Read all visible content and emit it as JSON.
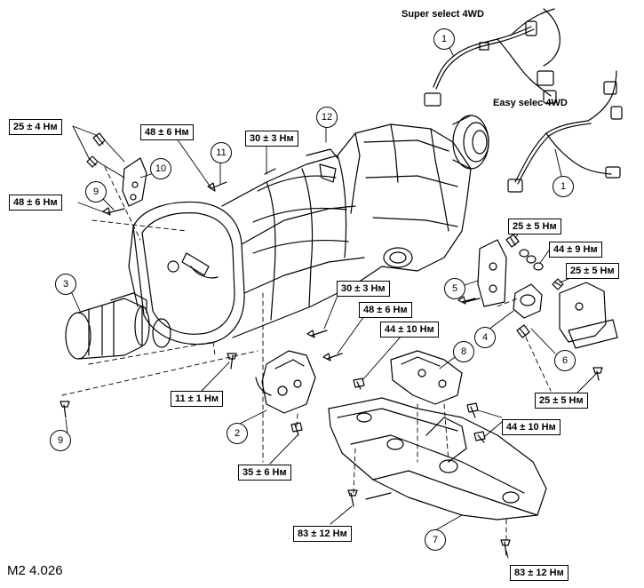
{
  "variants": {
    "super_select": "Super select 4WD",
    "easy_select": "Easy selec 4WD"
  },
  "figure_code": "M2 4.026",
  "callouts": [
    "1",
    "1",
    "2",
    "3",
    "4",
    "5",
    "6",
    "7",
    "8",
    "9",
    "9",
    "10",
    "11",
    "12"
  ],
  "torque": {
    "t_25_4": "25 ± 4 Нм",
    "t_48_6_top": "48 ± 6 Нм",
    "t_30_3_top": "30 ± 3 Нм",
    "t_48_6_left": "48 ± 6 Нм",
    "t_25_5_top": "25 ± 5 Нм",
    "t_44_9": "44 ± 9 Нм",
    "t_25_5_right": "25 ± 5 Нм",
    "t_30_3_mid": "30 ± 3 Нм",
    "t_48_6_mid": "48 ± 6 Нм",
    "t_44_10_mid": "44 ± 10 Нм",
    "t_11_1": "11 ± 1 Нм",
    "t_25_5_low": "25 ± 5 Нм",
    "t_44_10_low": "44 ± 10 Нм",
    "t_35_6": "35 ± 6 Нм",
    "t_83_12_left": "83 ± 12 Нм",
    "t_83_12_right": "83 ± 12 Нм"
  }
}
